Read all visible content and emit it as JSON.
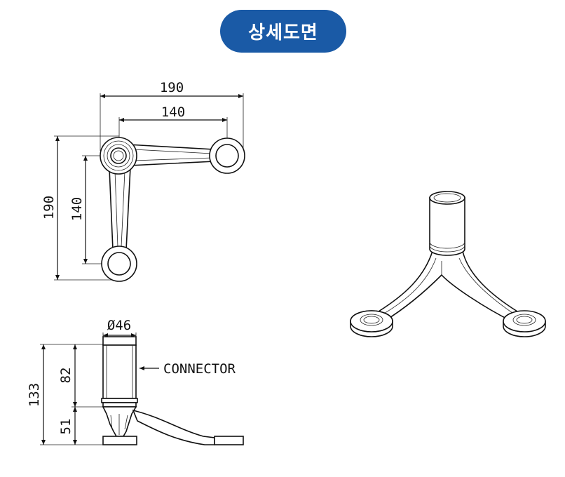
{
  "header": {
    "title": "상세도면"
  },
  "top_view": {
    "dim_width_outer": "190",
    "dim_width_inner": "140",
    "dim_height_outer": "190",
    "dim_height_inner": "140"
  },
  "side_view": {
    "dim_diameter": "Ø46",
    "dim_total_height": "133",
    "dim_upper_height": "82",
    "dim_lower_height": "51",
    "callout_label": "CONNECTOR"
  },
  "colors": {
    "header_bg": "#1a5aa6",
    "header_text": "#ffffff",
    "line": "#111111"
  }
}
